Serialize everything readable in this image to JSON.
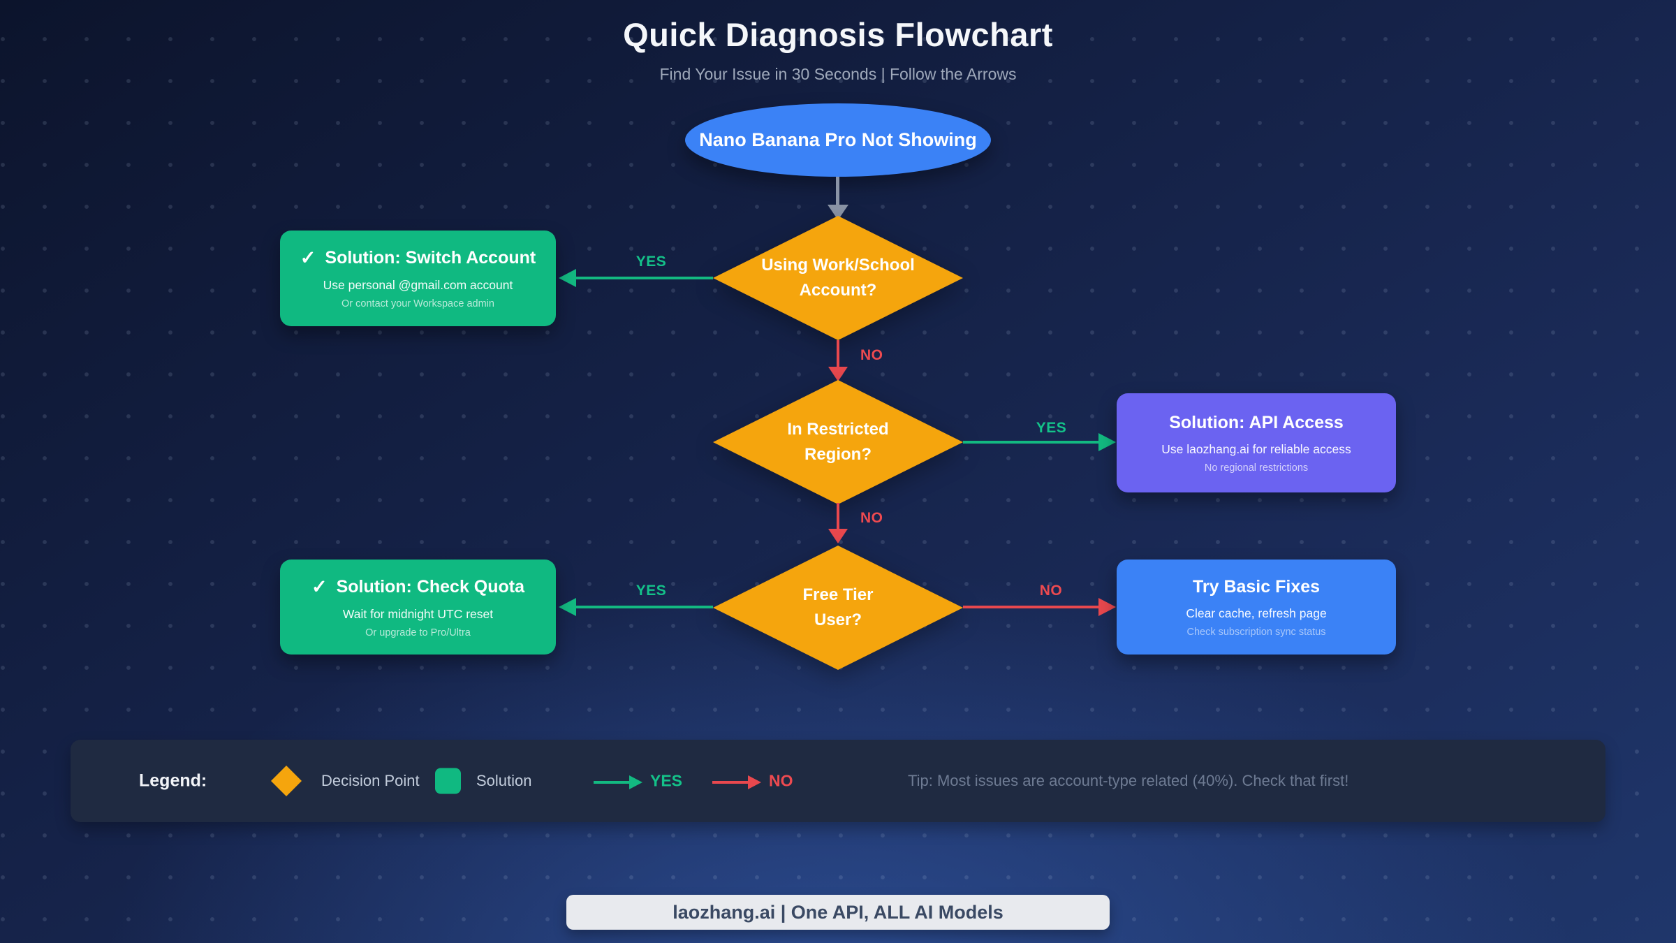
{
  "page": {
    "title": "Quick Diagnosis Flowchart",
    "subtitle": "Find Your Issue in 30 Seconds | Follow the Arrows"
  },
  "flowchart": {
    "start": {
      "label": "Nano Banana Pro Not Showing"
    },
    "decisions": [
      {
        "line1": "Using Work/School",
        "line2": "Account?"
      },
      {
        "line1": "In Restricted",
        "line2": "Region?"
      },
      {
        "line1": "Free Tier",
        "line2": "User?"
      }
    ],
    "labels": {
      "yes": "YES",
      "no": "NO"
    },
    "solutions": {
      "switch_account": {
        "check": "✓",
        "title": "Solution: Switch Account",
        "line1": "Use personal @gmail.com account",
        "line2": "Or contact your Workspace admin"
      },
      "api_access": {
        "title": "Solution: API Access",
        "line1": "Use laozhang.ai for reliable access",
        "line2": "No regional restrictions"
      },
      "check_quota": {
        "check": "✓",
        "title": "Solution: Check Quota",
        "line1": "Wait for midnight UTC reset",
        "line2": "Or upgrade to Pro/Ultra"
      },
      "basic_fixes": {
        "title": "Try Basic Fixes",
        "line1": "Clear cache, refresh page",
        "line2": "Check subscription sync status"
      }
    }
  },
  "legend": {
    "title": "Legend:",
    "decision_label": "Decision Point",
    "solution_label": "Solution",
    "yes_label": "YES",
    "no_label": "NO",
    "tip": "Tip: Most issues are account-type related (40%). Check that first!"
  },
  "footer": {
    "text": "laozhang.ai | One API, ALL AI Models"
  },
  "colors": {
    "background_top": "#0c142c",
    "background_bottom": "#1f366b",
    "start_ellipse": "#3b82f6",
    "decision_diamond": "#f5a50d",
    "solution_green": "#10b981",
    "solution_purple": "#6b63f1",
    "solution_blue": "#3b82f6",
    "yes_arrow": "#13b981",
    "no_arrow": "#e8484e",
    "neutral_arrow": "#8a94a6",
    "legend_bar": "#1f2a41",
    "footer_pill": "#e8eaee"
  }
}
